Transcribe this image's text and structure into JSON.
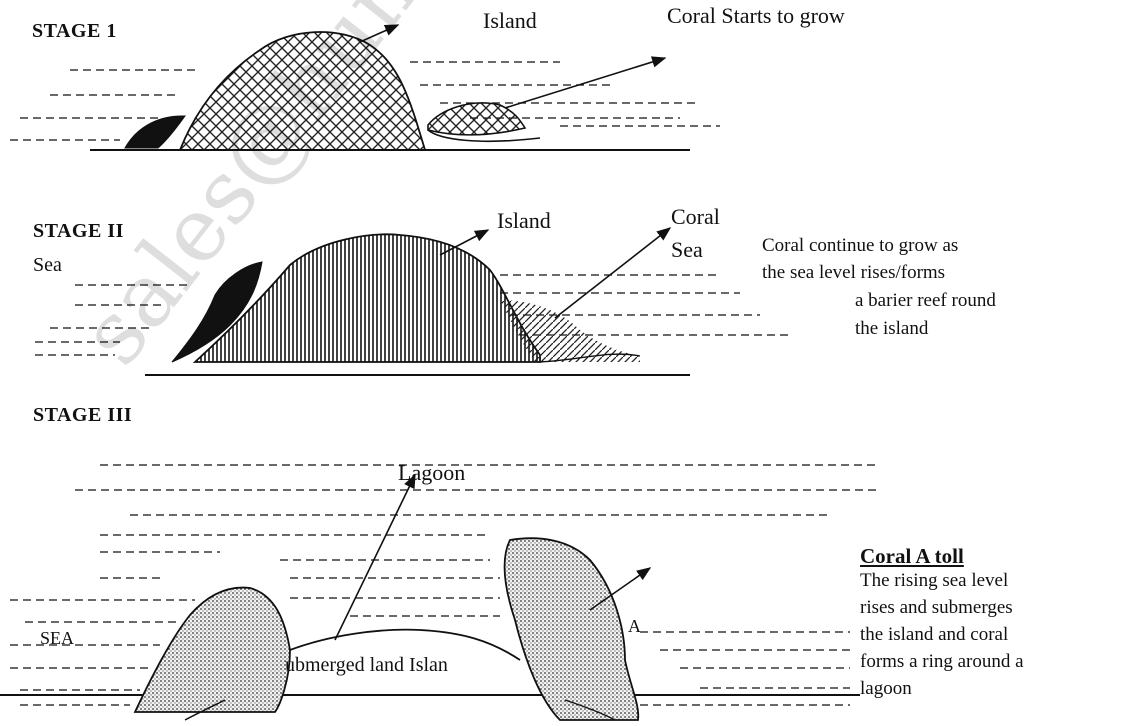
{
  "stage1": {
    "title": "STAGE 1",
    "island_label": "Island",
    "coral_label": "Coral Starts to grow"
  },
  "stage2": {
    "title": "STAGE II",
    "sea_label": "Sea",
    "island_label": "Island",
    "coral_label_1": "Coral",
    "coral_label_2": "Sea",
    "note_lines": [
      "Coral continue to grow as",
      "the sea level rises/forms",
      "a barier reef round",
      "the island"
    ]
  },
  "stage3": {
    "title": "STAGE III",
    "lagoon_label": "Lagoon",
    "sea_label": "SEA",
    "submerged_label": "ubmerged land Islan",
    "atoll_title": "Coral A toll",
    "atoll_note_lines": [
      "The rising sea level",
      "rises and submerges",
      "the island and coral",
      "forms a ring around a",
      "lagoon"
    ],
    "a_label": "A"
  },
  "watermark_text": "sales@hundyanfrance"
}
